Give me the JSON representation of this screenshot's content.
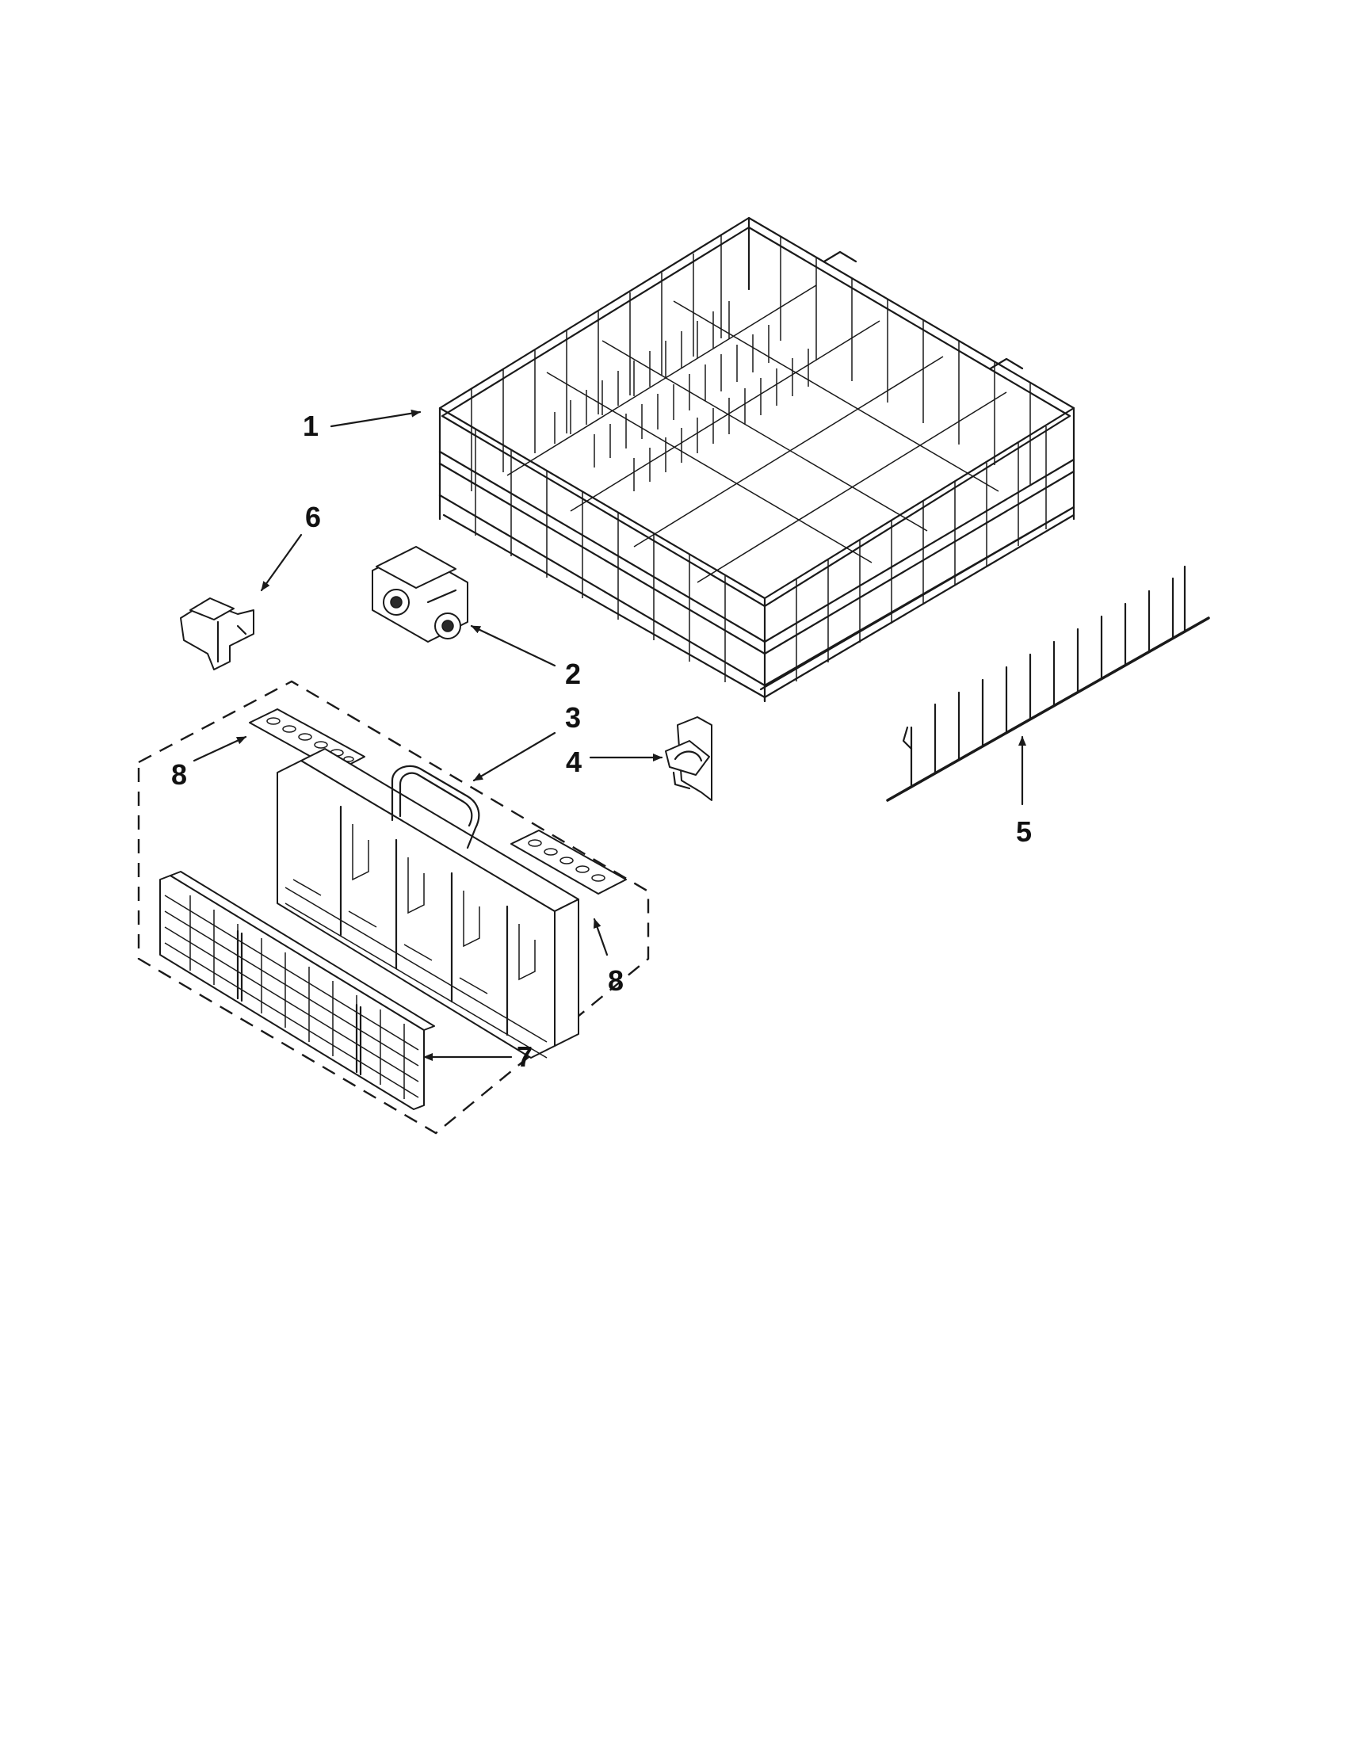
{
  "callouts": {
    "c1": "1",
    "c2": "2",
    "c3": "3",
    "c4": "4",
    "c5": "5",
    "c6": "6",
    "c7": "7",
    "c8a": "8",
    "c8b": "8"
  },
  "colors": {
    "line": "#1a1a1a",
    "background": "#ffffff"
  }
}
